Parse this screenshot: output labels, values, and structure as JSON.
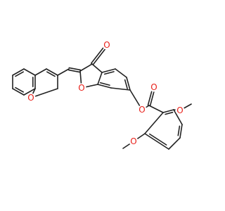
{
  "diagram": {
    "type": "chemical-structure",
    "bond_color": "#222222",
    "heteroatom_color": "#e8201a",
    "atom_labels": [
      {
        "id": "carbonyl-oxygen",
        "text": "O",
        "element": "O"
      },
      {
        "id": "furan-oxygen",
        "text": "O",
        "element": "O"
      },
      {
        "id": "chromene-oxygen",
        "text": "O",
        "element": "O"
      },
      {
        "id": "ester-ether-oxygen",
        "text": "O",
        "element": "O"
      },
      {
        "id": "ester-carbonyl-oxygen",
        "text": "O",
        "element": "O"
      },
      {
        "id": "methoxy-oxygen-upper",
        "text": "O",
        "element": "O"
      },
      {
        "id": "methoxy-oxygen-lower",
        "text": "O",
        "element": "O"
      }
    ]
  }
}
